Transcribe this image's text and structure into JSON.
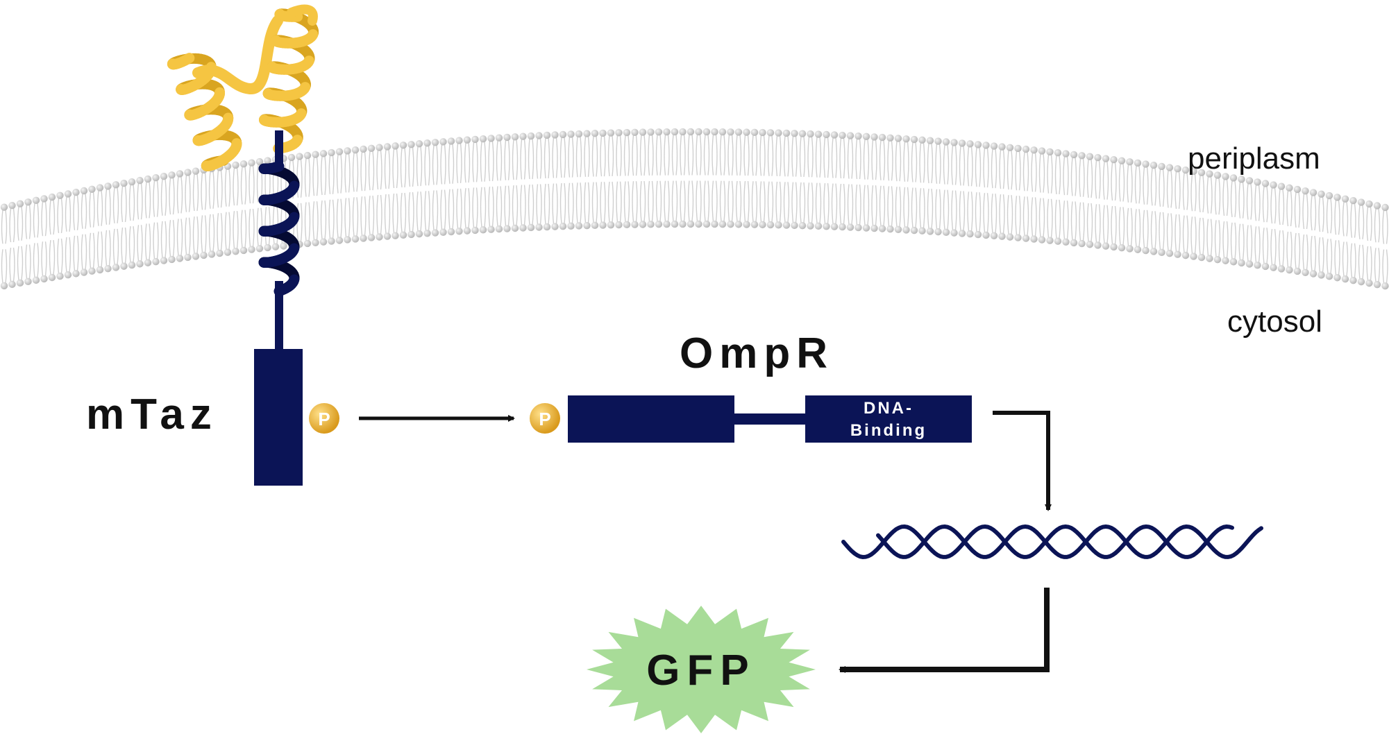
{
  "labels": {
    "periplasm": "periplasm",
    "cytosol": "cytosol",
    "mtaz": "mTaz",
    "ompr": "OmpR",
    "dna_binding_line1": "DNA-",
    "dna_binding_line2": "Binding",
    "gfp": "GFP",
    "phospho_1": "P",
    "phospho_2": "P"
  },
  "colors": {
    "navy": "#0b1456",
    "helix_yellow": "#f5c542",
    "helix_yellow_dark": "#d9a520",
    "phospho_gold": "#e8b23a",
    "gfp_green": "#a8dc98",
    "membrane_bead": "#d4d4d4",
    "membrane_tail": "#cfcfcf",
    "arrow": "#111111"
  }
}
